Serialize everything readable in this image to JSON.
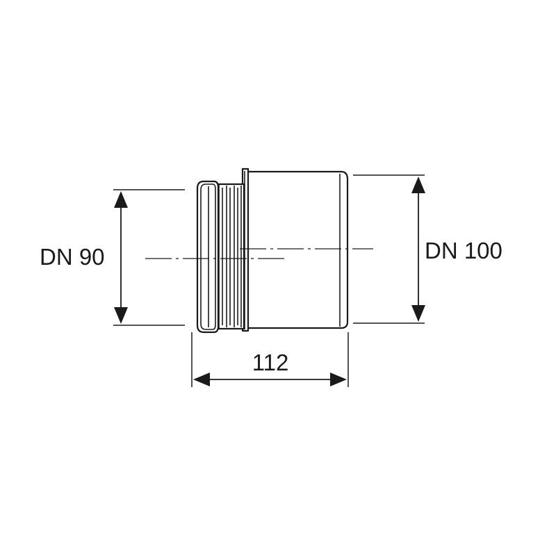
{
  "dimensions": {
    "left_diameter": "DN 90",
    "right_diameter": "DN 100",
    "length": "112"
  },
  "colors": {
    "line": "#1a1a1a",
    "background": "#ffffff"
  }
}
